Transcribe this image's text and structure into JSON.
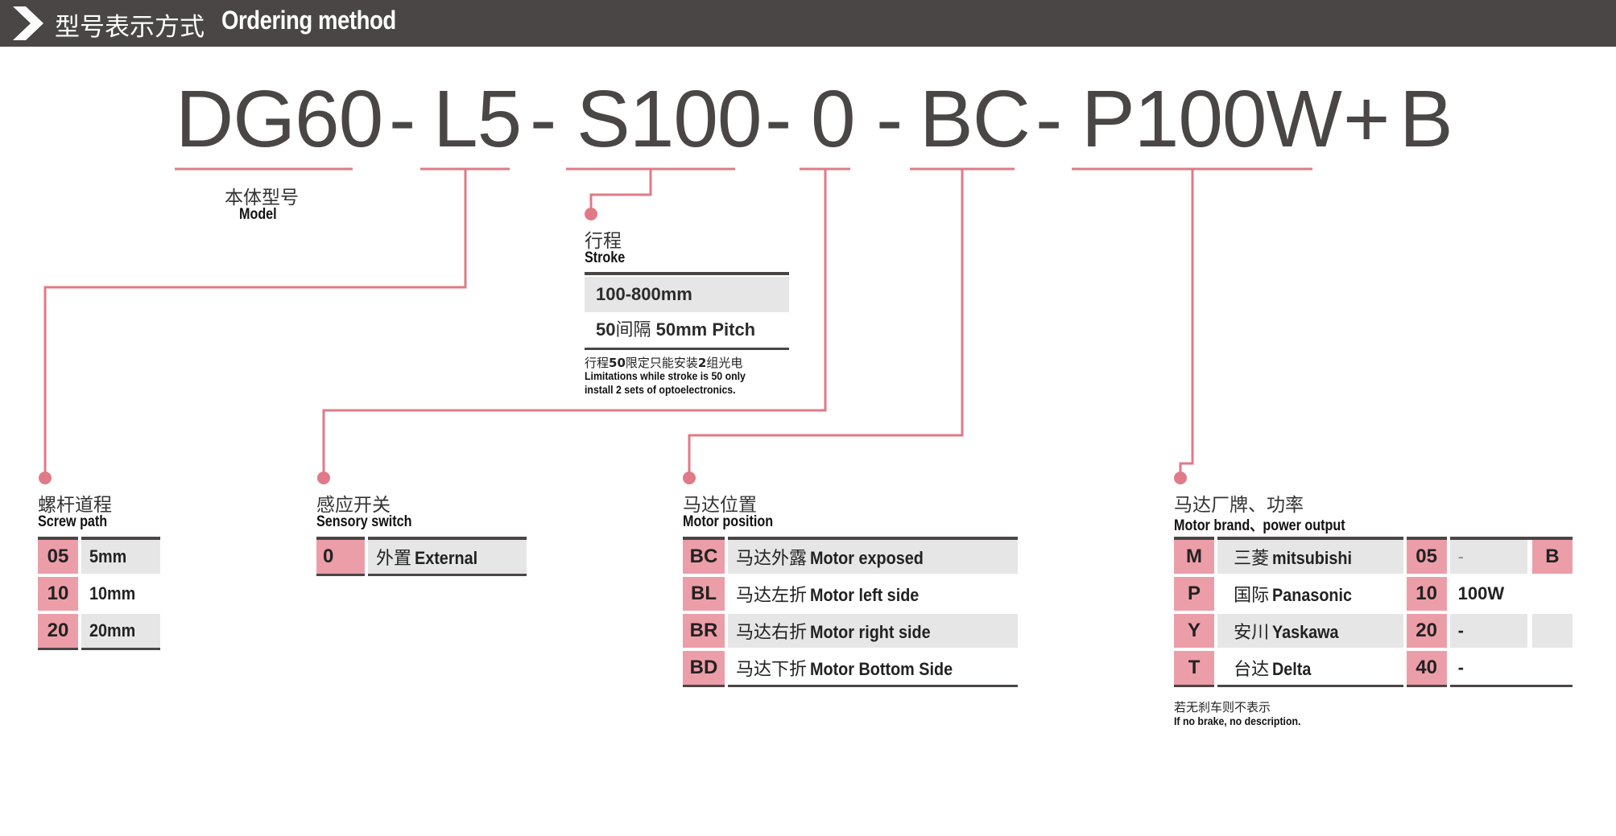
{
  "header": {
    "title_cn": "型号表示方式",
    "title_en": "Ordering method",
    "icon": "chevron-right-icon"
  },
  "code": {
    "model": "DG60",
    "dash1": "-",
    "screw": "L5",
    "dash2": "-",
    "stroke": "S100",
    "dash3": "-",
    "sensor": "0",
    "dash4": "-",
    "motor_position": "BC",
    "dash5": "-",
    "motor_brand_power": "P100W",
    "plus": "+",
    "brake": "B"
  },
  "model": {
    "cn": "本体型号",
    "en": "Model"
  },
  "stroke": {
    "cn": "行程",
    "en": "Stroke",
    "range": "100-800mm",
    "pitch_num": "50",
    "pitch_cn": "间隔",
    "pitch_en": "50mm Pitch",
    "note_cn_1": "行程",
    "note_cn_bold1": "50",
    "note_cn_2": "限定只能安装",
    "note_cn_bold2": "2",
    "note_cn_3": "组光电",
    "note_en_1": "Limitations while stroke is 50 only",
    "note_en_2": "install 2 sets of optoelectronics."
  },
  "screw_path": {
    "cn": "螺杆道程",
    "en": "Screw path",
    "rows": [
      {
        "code": "05",
        "value": "5mm"
      },
      {
        "code": "10",
        "value": "10mm"
      },
      {
        "code": "20",
        "value": "20mm"
      }
    ]
  },
  "sensory_switch": {
    "cn": "感应开关",
    "en": "Sensory switch",
    "rows": [
      {
        "code": "0",
        "cn": "外置",
        "en": "External"
      }
    ]
  },
  "motor_position": {
    "cn": "马达位置",
    "en": "Motor position",
    "rows": [
      {
        "code": "BC",
        "cn": "马达外露",
        "en": "Motor exposed"
      },
      {
        "code": "BL",
        "cn": "马达左折",
        "en": "Motor left side"
      },
      {
        "code": "BR",
        "cn": "马达右折",
        "en": "Motor right side"
      },
      {
        "code": "BD",
        "cn": "马达下折",
        "en": "Motor Bottom Side"
      }
    ]
  },
  "motor_brand": {
    "cn": "马达厂牌、功率",
    "en": "Motor brand、power output",
    "rows": [
      {
        "code": "M",
        "cn": "三菱",
        "en": "mitsubishi",
        "pcode": "05",
        "power": "-",
        "extra": "B"
      },
      {
        "code": "P",
        "cn": "国际",
        "en": "Panasonic",
        "pcode": "10",
        "power": "100W",
        "extra": ""
      },
      {
        "code": "Y",
        "cn": "安川",
        "en": "Yaskawa",
        "pcode": "20",
        "power": "-",
        "extra": ""
      },
      {
        "code": "T",
        "cn": "台达",
        "en": "Delta",
        "pcode": "40",
        "power": "-",
        "extra": ""
      }
    ],
    "note_cn": "若无刹车则不表示",
    "note_en": "If no brake, no description."
  },
  "colors": {
    "header_bg": "#4a4646",
    "accent": "#e07a87",
    "code_cell": "#ec9ea8",
    "shade": "#e6e6e6",
    "text_dark": "#4a4646"
  }
}
